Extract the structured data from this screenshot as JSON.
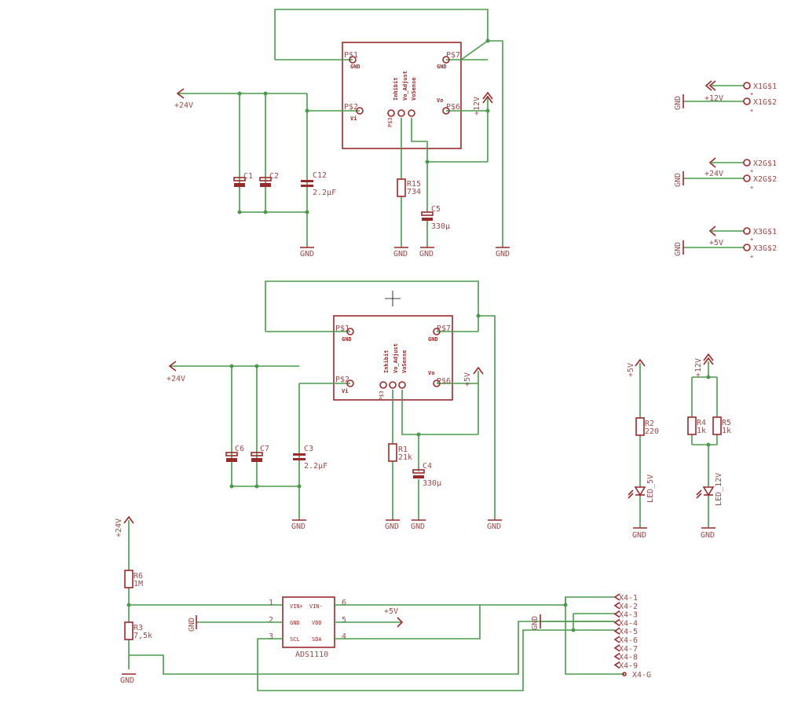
{
  "labels": {
    "gnd": "GND",
    "v24": "+24V",
    "v12": "+12V",
    "v5": "+5V",
    "ps1": "P$1",
    "ps2": "P$2",
    "ps3": "P$3",
    "ps6": "P$6",
    "ps7": "P$7",
    "pin_gnd": "GND",
    "pin_vi": "Vi",
    "pin_vo": "Vo",
    "inhibit": "Inhibit",
    "vo_adjust": "Vo_Adjust",
    "vo_sense": "VoSense"
  },
  "parts": {
    "c1": "C1",
    "c2": "C2",
    "c12": "C12",
    "c12_val": "2.2µF",
    "r15": "R15",
    "r15_val": "734",
    "c5": "C5",
    "c5_val": "330µ",
    "c6": "C6",
    "c7": "C7",
    "c3": "C3",
    "c3_val": "2.2µF",
    "r1": "R1",
    "r1_val": "21k",
    "c4": "C4",
    "c4_val": "330µ",
    "r6": "R6",
    "r6_val": "1M",
    "r3": "R3",
    "r3_val": "7,5k",
    "r2": "R2",
    "r2_val": "220",
    "r4": "R4",
    "r4_val": "1k",
    "r5": "R5",
    "r5_val": "1k",
    "led5": "LED_5V",
    "led12": "LED_12V"
  },
  "connectors": {
    "x1a": "X1G$1",
    "x1b": "X1G$2",
    "x2a": "X2G$1",
    "x2b": "X2G$2",
    "x3a": "X3G$1",
    "x3b": "X3G$2",
    "x4": [
      "X4-1",
      "X4-2",
      "X4-3",
      "X4-4",
      "X4-5",
      "X4-6",
      "X4-7",
      "X4-8",
      "X4-9",
      "X4-G"
    ]
  },
  "adc": {
    "name": "ADS1110",
    "p1": "1",
    "p2": "2",
    "p3": "3",
    "p4": "4",
    "p5": "5",
    "p6": "6",
    "vinp": "VIN+",
    "vinm": "VIN-",
    "gnd": "GND",
    "vdd": "VDD",
    "scl": "SCL",
    "sda": "SDA"
  },
  "misc": {
    "plus": "+"
  }
}
